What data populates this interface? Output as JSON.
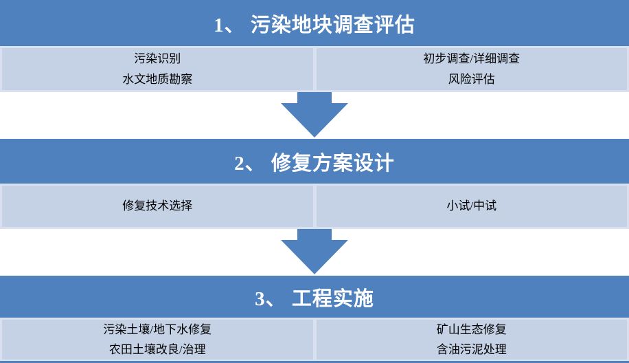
{
  "colors": {
    "header_blue": "#4e81bd",
    "cell_fill": "#c5d2e6",
    "cell_gap": "#d9e0ef",
    "arrow": "#4e81bd",
    "header_text": "#ffffff",
    "cell_text": "#000000"
  },
  "sections": [
    {
      "title": "1、 污染地块调查评估",
      "left_items": [
        "污染识别",
        "水文地质勘察"
      ],
      "right_items": [
        "初步调查/详细调查",
        "风险评估"
      ]
    },
    {
      "title": "2、 修复方案设计",
      "left_items": [
        "修复技术选择"
      ],
      "right_items": [
        "小试/中试"
      ]
    },
    {
      "title": "3、 工程实施",
      "left_items": [
        "污染土壤/地下水修复",
        "农田土壤改良/治理"
      ],
      "right_items": [
        "矿山生态修复",
        "含油污泥处理"
      ]
    }
  ]
}
